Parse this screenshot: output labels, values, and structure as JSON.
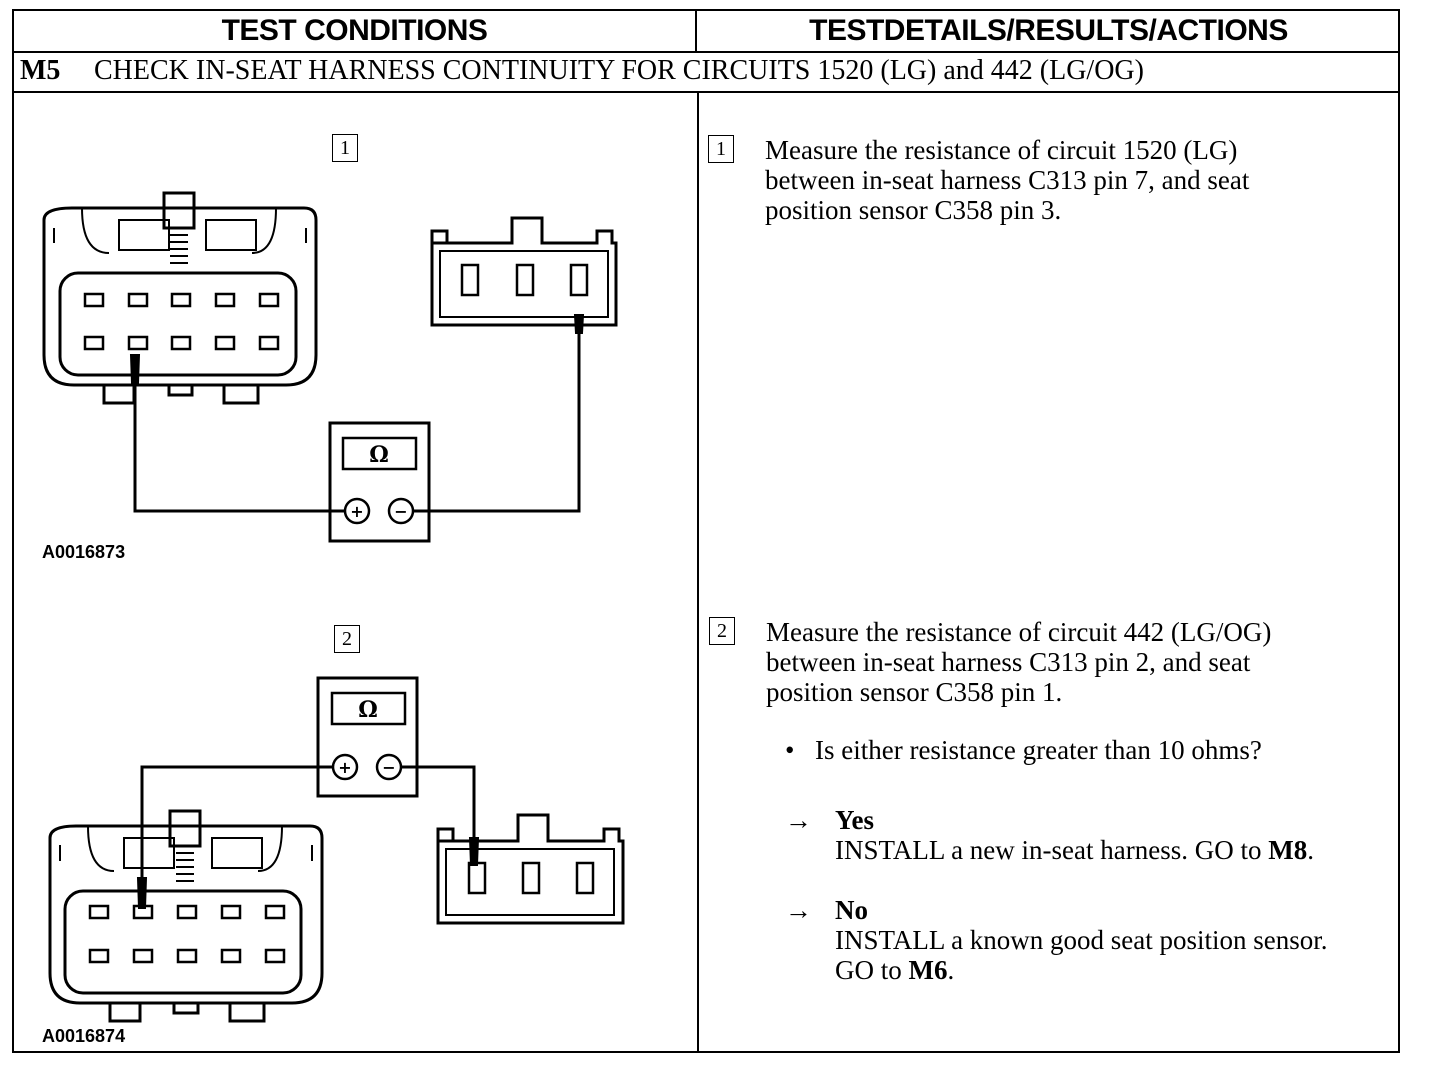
{
  "header": {
    "left": "TEST CONDITIONS",
    "right": "TESTDETAILS/RESULTS/ACTIONS"
  },
  "step": {
    "code": "M5",
    "title": "CHECK IN-SEAT HARNESS CONTINUITY FOR CIRCUITS 1520 (LG) and 442 (LG/OG)"
  },
  "figures": [
    {
      "step_number": "1",
      "figure_id": "A0016873",
      "meter_symbol": "Ω",
      "plus": "+",
      "minus": "−"
    },
    {
      "step_number": "2",
      "figure_id": "A0016874",
      "meter_symbol": "Ω",
      "plus": "+",
      "minus": "−"
    }
  ],
  "details": {
    "step1": {
      "number": "1",
      "lines": [
        "Measure the resistance of circuit 1520 (LG)",
        "between in-seat harness C313 pin 7, and seat",
        "position sensor C358 pin 3."
      ]
    },
    "step2": {
      "number": "2",
      "lines": [
        "Measure the resistance of circuit 442 (LG/OG)",
        "between in-seat harness C313 pin 2, and seat",
        "position sensor C358 pin 1."
      ],
      "bullet_symbol": "•",
      "question": "Is either resistance greater than 10 ohms?",
      "arrow_symbol": "→",
      "yes": {
        "label": "Yes",
        "action": "INSTALL a new in-seat harness. GO to ",
        "goto": "M8",
        "end": "."
      },
      "no": {
        "label": "No",
        "action_line1": "INSTALL a known good seat position sensor.",
        "action_line2": "GO to ",
        "goto": "M6",
        "end": "."
      }
    }
  }
}
